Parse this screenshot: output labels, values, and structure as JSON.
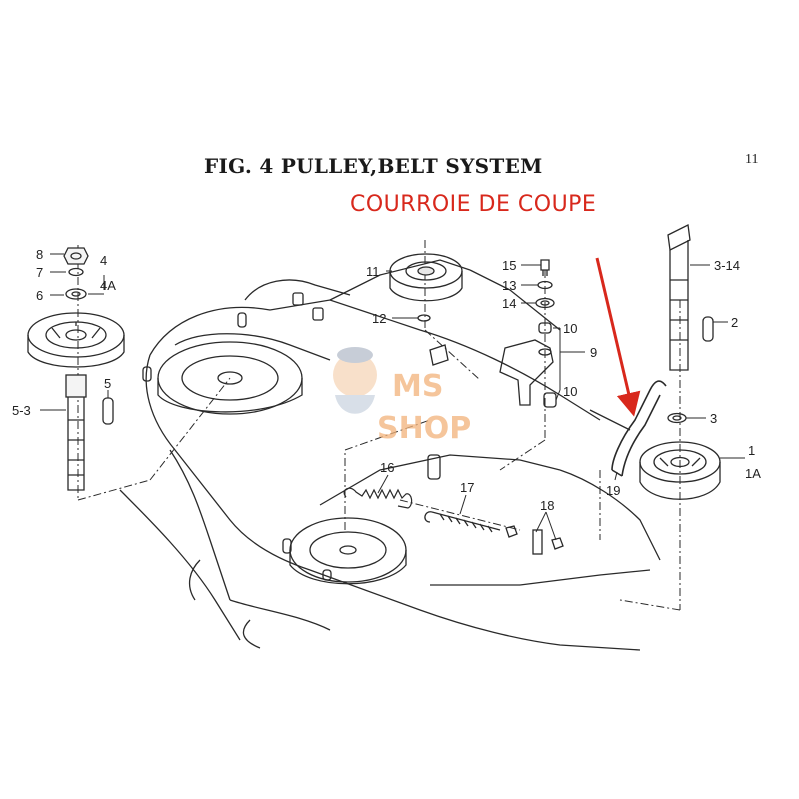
{
  "figure": {
    "title": "FIG. 4  PULLEY,BELT SYSTEM",
    "page_number": "11",
    "annotation": "COURROIE DE COUPE",
    "watermark": [
      "MS",
      "SHOP"
    ]
  },
  "callouts": [
    "8",
    "7",
    "6",
    "4",
    "4A",
    "5",
    "5-3",
    "11",
    "12",
    "15",
    "13",
    "14",
    "10",
    "9",
    "10",
    "3-14",
    "2",
    "3",
    "1",
    "1A",
    "16",
    "17",
    "18",
    "19"
  ],
  "colors": {
    "annotation": "#d8281c",
    "line": "#2a2a2a",
    "watermark": "#f2b27a"
  }
}
